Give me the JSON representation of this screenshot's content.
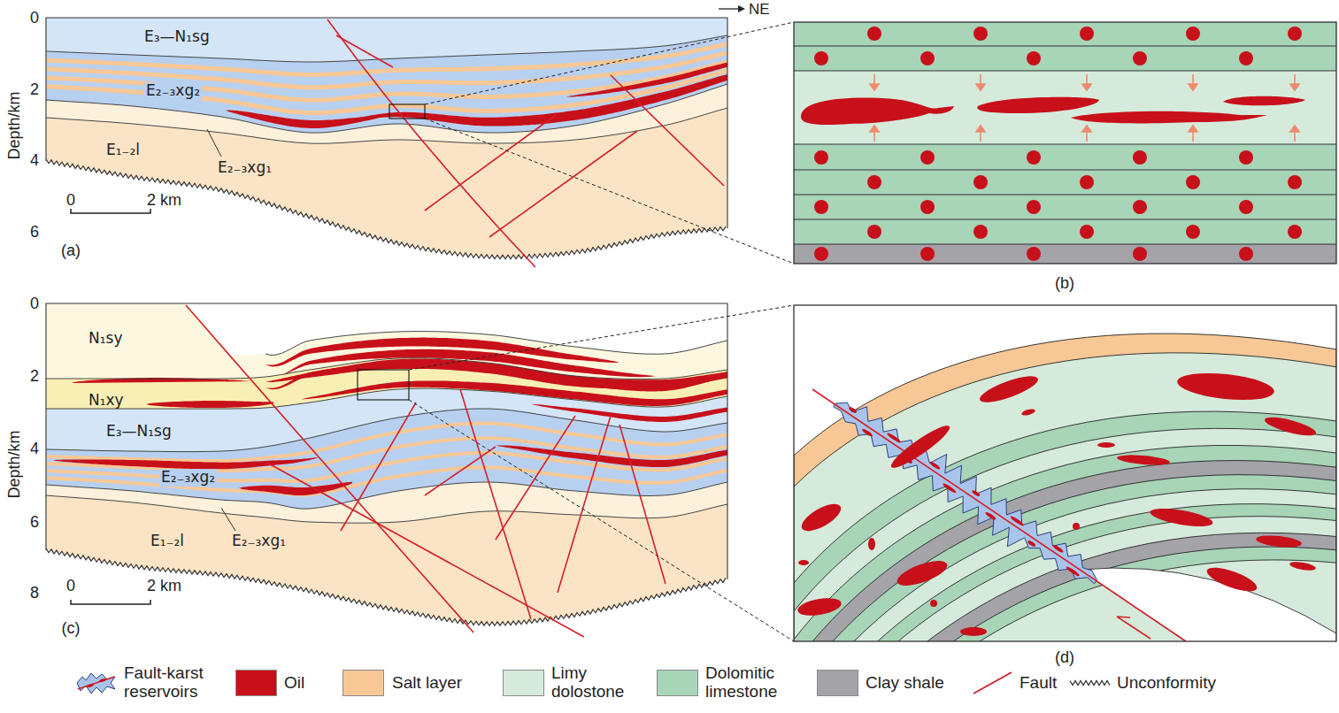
{
  "diagram": {
    "labels": [
      "NE",
      "Depth/km",
      "0",
      "2",
      "4",
      "6",
      "E₃—N₁sg",
      "E₂₋₃xg₂",
      "E₁₋₂l",
      "E₂₋₃xg₁",
      "0",
      "2 km",
      "(a)",
      "(b)",
      "Depth/km",
      "0",
      "2",
      "4",
      "6",
      "8",
      "N₁sy",
      "N₁xy",
      "E₃—N₁sg",
      "E₂₋₃xg₂",
      "E₁₋₂l",
      "E₂₋₃xg₁",
      "0",
      "2 km",
      "(c)",
      "(d)"
    ],
    "legend": [
      {
        "text": "Fault-karst reservoirs"
      },
      {
        "text": "Oil",
        "color": "#c8101a"
      },
      {
        "text": "Salt layer",
        "color": "#f7c795"
      },
      {
        "text": "Limy dolostone",
        "color": "#d5eadb"
      },
      {
        "text": "Dolomitic limestone",
        "color": "#a8d4b8"
      },
      {
        "text": "Clay shale",
        "color": "#a3a3a8"
      },
      {
        "text": "Fault"
      },
      {
        "text": "Unconformity"
      }
    ]
  }
}
